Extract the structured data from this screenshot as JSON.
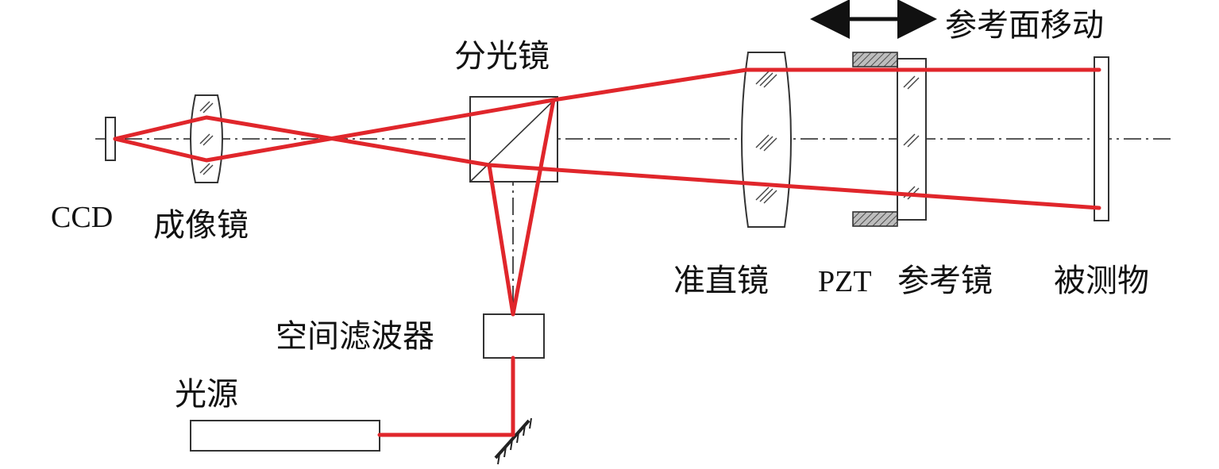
{
  "labels": {
    "ccd": "CCD",
    "imaging_lens": "成像镜",
    "beam_splitter": "分光镜",
    "collimator": "准直镜",
    "pzt": "PZT",
    "reference_mirror": "参考镜",
    "test_object": "被测物",
    "spatial_filter": "空间滤波器",
    "light_source": "光源",
    "reference_move": "参考面移动"
  },
  "colors": {
    "beam": "#e0262b",
    "outline": "#333333",
    "pzt_fill": "#bdbdbd"
  }
}
